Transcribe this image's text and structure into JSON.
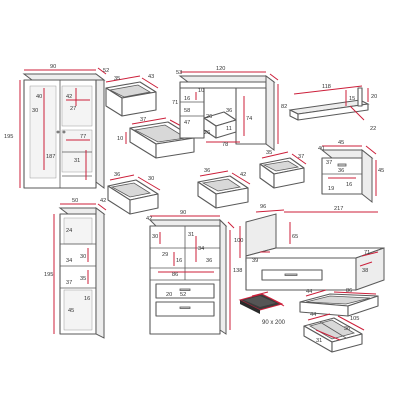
{
  "wardrobe": {
    "w": "90",
    "d": "52",
    "h": "195",
    "inner": [
      "40",
      "42",
      "30",
      "27",
      "187",
      "77",
      "31"
    ]
  },
  "drawer_a": {
    "w": "35",
    "d": "43"
  },
  "drawer_b": {
    "w": "37",
    "d": "51",
    "h": "10"
  },
  "desk": {
    "w": "120",
    "d": "53",
    "h": "82",
    "inner": [
      "10",
      "16",
      "71",
      "58",
      "47",
      "26",
      "36",
      "74",
      "26",
      "11",
      "78"
    ]
  },
  "shelf": {
    "w": "118",
    "h": "20",
    "d": "22",
    "mid": "15"
  },
  "drawer_c": {
    "w": "36",
    "d": "30"
  },
  "drawer_d": {
    "w": "36",
    "d": "42"
  },
  "drawer_e": {
    "w": "35",
    "d": "37"
  },
  "nightstand": {
    "w": "45",
    "d": "40",
    "h": "45",
    "inner": [
      "37",
      "36",
      "16",
      "19"
    ]
  },
  "bookcase": {
    "w": "50",
    "d": "42",
    "h": "195",
    "inner": [
      "24",
      "30",
      "34",
      "35",
      "37",
      "16",
      "45"
    ]
  },
  "cabinet": {
    "w": "90",
    "d": "42",
    "h": "138",
    "inner": [
      "30",
      "31",
      "29",
      "16",
      "34",
      "36",
      "86",
      "20",
      "52"
    ]
  },
  "bed": {
    "w": "217",
    "d": "96",
    "h": "100",
    "inner": [
      "65",
      "39",
      "38",
      "71"
    ],
    "mattress": "90 x 200"
  },
  "drawer_f": {
    "w": "86",
    "d": "44"
  },
  "drawer_g": {
    "w": "44",
    "d": "105"
  },
  "drawer_h": {
    "w": "31",
    "d": "36"
  }
}
